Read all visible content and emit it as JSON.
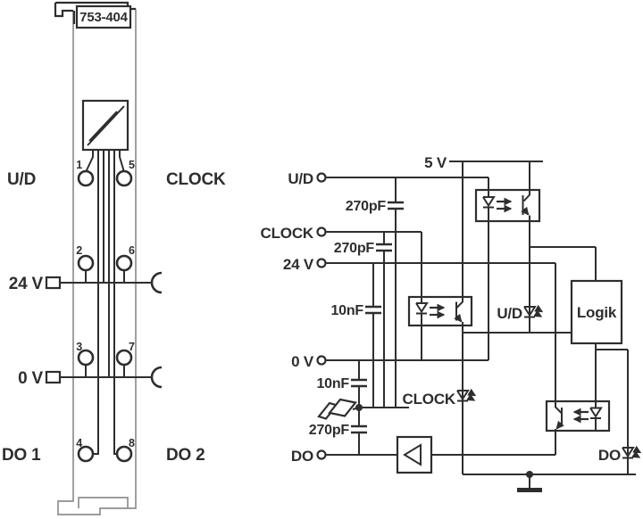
{
  "module": {
    "part_number": "753-404",
    "signal_labels": {
      "ud": "U/D",
      "clock": "CLOCK",
      "v24": "24 V",
      "v0": "0 V",
      "do1": "DO 1",
      "do2": "DO 2"
    },
    "terminal_numbers": [
      "1",
      "5",
      "2",
      "6",
      "3",
      "7",
      "4",
      "8"
    ]
  },
  "schematic": {
    "supply_label": "5 V",
    "input_labels": {
      "ud": "U/D",
      "clock": "CLOCK",
      "v24": "24 V",
      "v0": "0 V",
      "do": "DO"
    },
    "capacitor_labels": {
      "c1": "270pF",
      "c2": "270pF",
      "c3": "10nF",
      "c4": "10nF",
      "c5": "270pF"
    },
    "logic_label": "Logik",
    "led_labels": {
      "ud": "U/D",
      "clock": "CLOCK",
      "do": "DO"
    }
  },
  "colors": {
    "ink": "#2e2e2e",
    "module_shell": "#8f8f8f",
    "background": "#ffffff"
  }
}
